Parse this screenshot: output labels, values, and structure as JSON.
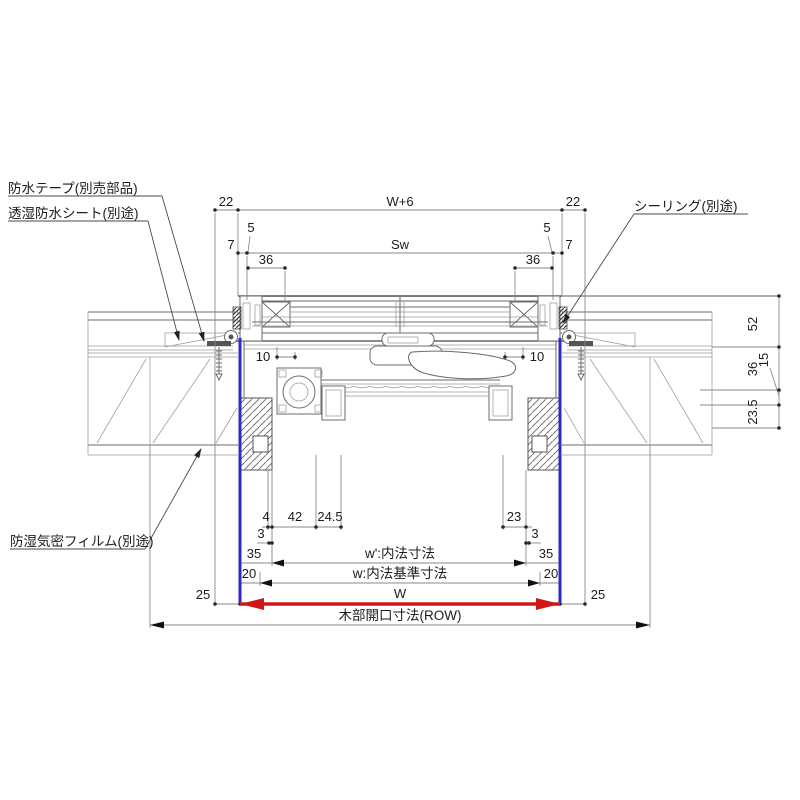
{
  "drawing": {
    "title": "sliding-window horizontal cross-section detail",
    "callouts": {
      "tape": "防水テープ(別売部品)",
      "sheet": "透湿防水シート(別途)",
      "sealing": "シーリング(別途)",
      "film": "防湿気密フィルム(別途)"
    },
    "dims_top": {
      "left22": "22",
      "w_plus6": "W+6",
      "right22": "22",
      "left5": "5",
      "sw": "Sw",
      "right5": "5",
      "left7": "7",
      "right7": "7",
      "left36": "36",
      "right36": "36"
    },
    "dims_inner": {
      "left10": "10",
      "right10": "10"
    },
    "dims_right": {
      "d52": "52",
      "d36": "36",
      "d15": "15",
      "d23_5": "23.5"
    },
    "dims_bottom": {
      "d4": "4",
      "d42": "42",
      "d24_5": "24.5",
      "d23": "23",
      "left3": "3",
      "right3": "3",
      "left35": "35",
      "right35": "35",
      "left20": "20",
      "right20": "20",
      "left25": "25",
      "right25": "25",
      "w_prime_label": "w':内法寸法",
      "w_base_label": "w:内法基準寸法",
      "w_big": "W",
      "row_label": "木部開口寸法(ROW)"
    },
    "colors": {
      "blue": "#2b2bd0",
      "red": "#d01818",
      "dim_line": "#8a8a8a",
      "text": "#1c1c1c"
    }
  }
}
